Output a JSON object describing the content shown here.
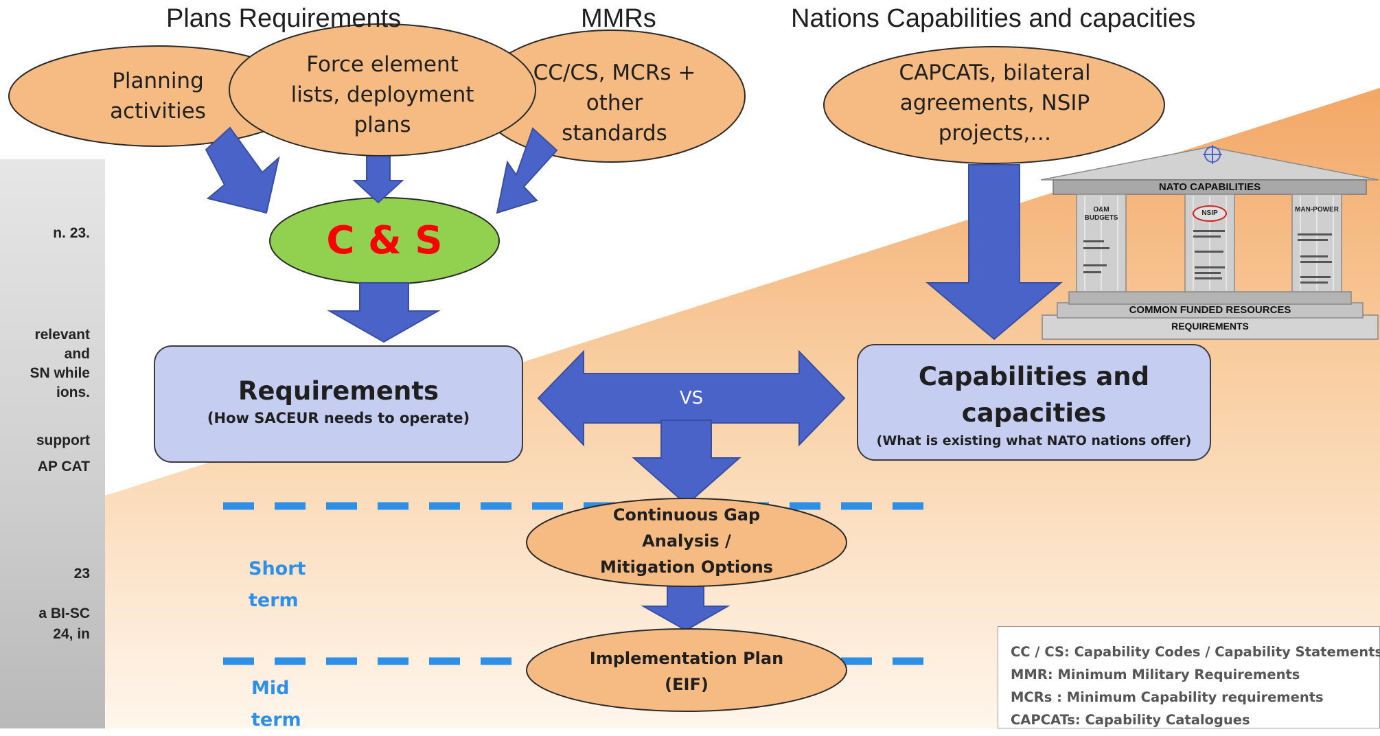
{
  "headers": {
    "plans_requirements": "Plans Requirements",
    "mmrs": "MMRs",
    "nations": "Nations Capabilities and capacities"
  },
  "ovals": {
    "planning": [
      "Planning",
      "activities"
    ],
    "force": [
      "Force element",
      "lists, deployment",
      "plans"
    ],
    "ccs": [
      "CC/CS, MCRs +",
      "other",
      "standards"
    ],
    "capcats": [
      "CAPCATs, bilateral",
      "agreements, NSIP",
      "projects,…"
    ]
  },
  "cs_label": "C & S",
  "requirements": {
    "title": "Requirements",
    "subtitle": "(How SACEUR needs to operate)"
  },
  "vs_label": "VS",
  "capabilities": {
    "title_line1": "Capabilities and",
    "title_line2": "capacities",
    "subtitle": "(What  is existing what NATO nations offer)"
  },
  "gap": [
    "Continuous Gap",
    "Analysis /",
    "Mitigation Options"
  ],
  "implementation": [
    "Implementation Plan",
    "(EIF)"
  ],
  "terms": {
    "short": [
      "Short",
      "term"
    ],
    "mid": [
      "Mid",
      "term"
    ]
  },
  "temple": {
    "title": "NATO CAPABILITIES",
    "left_column": "O&M BUDGETS",
    "nsip": "NSIP",
    "right_column": "MAN-POWER",
    "base": "COMMON FUNDED RESOURCES",
    "base2": "REQUIREMENTS"
  },
  "side_panel": [
    "n. 23.",
    "relevant",
    "and",
    "SN  while",
    "ions.",
    "support",
    "AP  CAT",
    "23",
    "a  BI-SC",
    "24,    in"
  ],
  "legend": [
    "CC / CS: Capability Codes / Capability Statements",
    "MMR: Minimum Military Requirements",
    "MCRs : Minimum Capability requirements",
    "CAPCATs: Capability Catalogues"
  ],
  "colors": {
    "arrow": "#4a63c8",
    "oval": "#f5bb82",
    "cs_oval": "#92d050",
    "cs_text": "#ff0000",
    "box": "#c5cdf0",
    "dash": "#2e8fe6",
    "term": "#2e8fe6"
  }
}
